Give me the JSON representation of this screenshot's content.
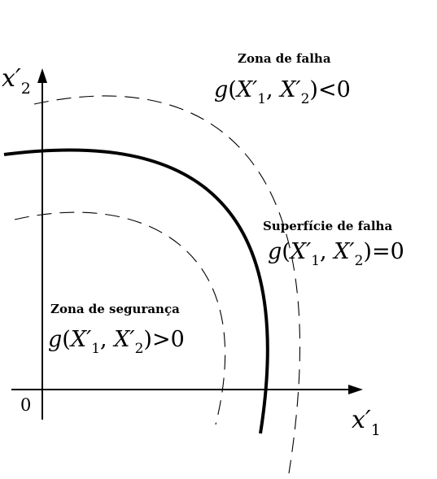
{
  "axes": {
    "x_label": "x′",
    "x_sub": "1",
    "y_label": "x′",
    "y_sub": "2",
    "origin": "0"
  },
  "regions": {
    "failure": {
      "title": "Zona de falha",
      "function": "g",
      "arg1": "X′",
      "arg1_sub": "1",
      "sep": ", ",
      "arg2": "X′",
      "arg2_sub": "2",
      "relation": "<",
      "rhs": "0"
    },
    "surface": {
      "title": "Superfície de falha",
      "function": "g",
      "arg1": "X′",
      "arg1_sub": "1",
      "sep": ", ",
      "arg2": "X′",
      "arg2_sub": "2",
      "relation": "=",
      "rhs": "0"
    },
    "safe": {
      "title": "Zona de segurança",
      "function": "g",
      "arg1": "X′",
      "arg1_sub": "1",
      "sep": ", ",
      "arg2": "X′",
      "arg2_sub": "2",
      "relation": ">",
      "rhs": "0"
    }
  },
  "colors": {
    "line": "#000000",
    "background": "#ffffff"
  }
}
